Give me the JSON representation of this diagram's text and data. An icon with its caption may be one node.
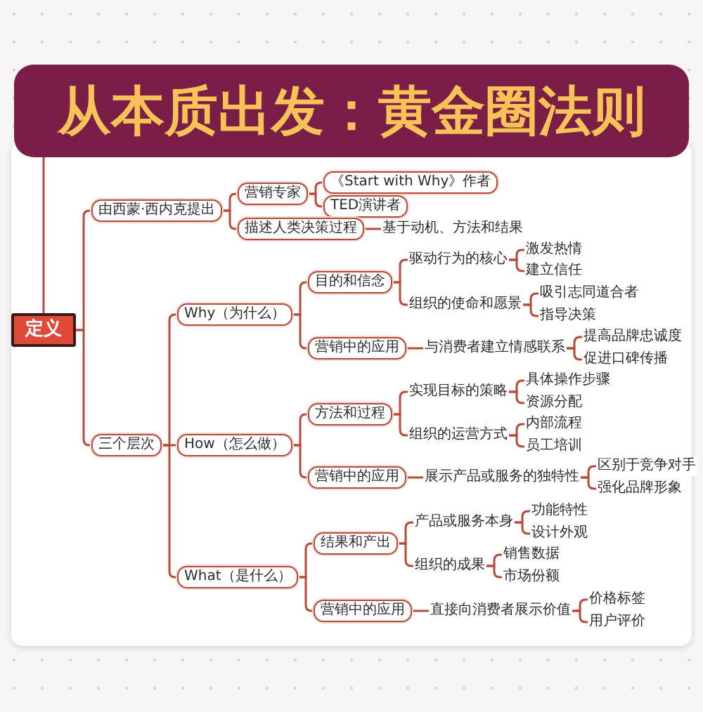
{
  "diagram": {
    "nodes": [
      {
        "text": [
          "从本质出发：黄金圈法则"
        ]
      },
      {
        "text": [
          "定义"
        ]
      },
      {
        "text": [
          "由西蒙·西内克提出"
        ]
      },
      {
        "text": [
          "营销专家"
        ]
      },
      {
        "text": [
          "《Start with Why》作者"
        ]
      },
      {
        "text": [
          "TED演讲者"
        ]
      },
      {
        "text": [
          "描述人类决策过程"
        ]
      },
      {
        "text": [
          "基于动机、方法和结果"
        ]
      },
      {
        "text": [
          "三个层次"
        ]
      },
      {
        "text": [
          "Why（为什么）"
        ]
      },
      {
        "text": [
          "目的和信念"
        ]
      },
      {
        "text": [
          "驱动行为的核心"
        ]
      },
      {
        "text": [
          "激发热情"
        ]
      },
      {
        "text": [
          "建立信任"
        ]
      },
      {
        "text": [
          "组织的使命和愿景"
        ]
      },
      {
        "text": [
          "吸引志同道合者"
        ]
      },
      {
        "text": [
          "指导决策"
        ]
      },
      {
        "text": [
          "营销中的应用"
        ]
      },
      {
        "text": [
          "与消费者建立情感联系"
        ]
      },
      {
        "text": [
          "提高品牌忠诚度"
        ]
      },
      {
        "text": [
          "促进口碑传播"
        ]
      },
      {
        "text": [
          "How（怎么做）"
        ]
      },
      {
        "text": [
          "方法和过程"
        ]
      },
      {
        "text": [
          "实现目标的策略"
        ]
      },
      {
        "text": [
          "具体操作步骤"
        ]
      },
      {
        "text": [
          "资源分配"
        ]
      },
      {
        "text": [
          "组织的运营方式"
        ]
      },
      {
        "text": [
          "内部流程"
        ]
      },
      {
        "text": [
          "员工培训"
        ]
      },
      {
        "text": [
          "营销中的应用"
        ]
      },
      {
        "text": [
          "展示产品或服务的独特性"
        ]
      },
      {
        "text": [
          "区别于竞争对手"
        ]
      },
      {
        "text": [
          "强化品牌形象"
        ]
      },
      {
        "text": [
          "What（是什么）"
        ]
      },
      {
        "text": [
          "结果和产出"
        ]
      },
      {
        "text": [
          "产品或服务本身"
        ]
      },
      {
        "text": [
          "功能特性"
        ]
      },
      {
        "text": [
          "设计外观"
        ]
      },
      {
        "text": [
          "组织的成果"
        ]
      },
      {
        "text": [
          "销售数据"
        ]
      },
      {
        "text": [
          "市场份额"
        ]
      },
      {
        "text": [
          "营销中的应用"
        ]
      },
      {
        "text": [
          "直接向消费者展示价值"
        ]
      },
      {
        "text": [
          "价格标签"
        ]
      },
      {
        "text": [
          "用户评价"
        ]
      }
    ],
    "edges": [
      {
        "from": 0,
        "to": 1,
        "arrow": "none"
      },
      {
        "from": 1,
        "to": 2,
        "arrow": "none"
      },
      {
        "from": 2,
        "to": 3,
        "arrow": "none"
      },
      {
        "from": 3,
        "to": 4,
        "arrow": "none"
      },
      {
        "from": 3,
        "to": 5,
        "arrow": "none"
      },
      {
        "from": 2,
        "to": 6,
        "arrow": "none"
      },
      {
        "from": 6,
        "to": 7,
        "arrow": "none"
      },
      {
        "from": 1,
        "to": 8,
        "arrow": "none"
      },
      {
        "from": 8,
        "to": 9,
        "arrow": "none"
      },
      {
        "from": 9,
        "to": 10,
        "arrow": "none"
      },
      {
        "from": 10,
        "to": 11,
        "arrow": "none"
      },
      {
        "from": 11,
        "to": 12,
        "arrow": "none"
      },
      {
        "from": 11,
        "to": 13,
        "arrow": "none"
      },
      {
        "from": 10,
        "to": 14,
        "arrow": "none"
      },
      {
        "from": 14,
        "to": 15,
        "arrow": "none"
      },
      {
        "from": 14,
        "to": 16,
        "arrow": "none"
      },
      {
        "from": 9,
        "to": 17,
        "arrow": "none"
      },
      {
        "from": 17,
        "to": 18,
        "arrow": "none"
      },
      {
        "from": 18,
        "to": 19,
        "arrow": "none"
      },
      {
        "from": 18,
        "to": 20,
        "arrow": "none"
      },
      {
        "from": 8,
        "to": 21,
        "arrow": "none"
      },
      {
        "from": 21,
        "to": 22,
        "arrow": "none"
      },
      {
        "from": 22,
        "to": 23,
        "arrow": "none"
      },
      {
        "from": 23,
        "to": 24,
        "arrow": "none"
      },
      {
        "from": 23,
        "to": 25,
        "arrow": "none"
      },
      {
        "from": 22,
        "to": 26,
        "arrow": "none"
      },
      {
        "from": 26,
        "to": 27,
        "arrow": "none"
      },
      {
        "from": 26,
        "to": 28,
        "arrow": "none"
      },
      {
        "from": 21,
        "to": 29,
        "arrow": "none"
      },
      {
        "from": 29,
        "to": 30,
        "arrow": "none"
      },
      {
        "from": 30,
        "to": 31,
        "arrow": "none"
      },
      {
        "from": 30,
        "to": 32,
        "arrow": "none"
      },
      {
        "from": 8,
        "to": 33,
        "arrow": "none"
      },
      {
        "from": 33,
        "to": 34,
        "arrow": "none"
      },
      {
        "from": 34,
        "to": 35,
        "arrow": "none"
      },
      {
        "from": 35,
        "to": 36,
        "arrow": "none"
      },
      {
        "from": 35,
        "to": 37,
        "arrow": "none"
      },
      {
        "from": 34,
        "to": 38,
        "arrow": "none"
      },
      {
        "from": 38,
        "to": 39,
        "arrow": "none"
      },
      {
        "from": 38,
        "to": 40,
        "arrow": "none"
      },
      {
        "from": 33,
        "to": 41,
        "arrow": "none"
      },
      {
        "from": 41,
        "to": 42,
        "arrow": "none"
      },
      {
        "from": 42,
        "to": 43,
        "arrow": "none"
      },
      {
        "from": 42,
        "to": 44,
        "arrow": "none"
      }
    ]
  }
}
